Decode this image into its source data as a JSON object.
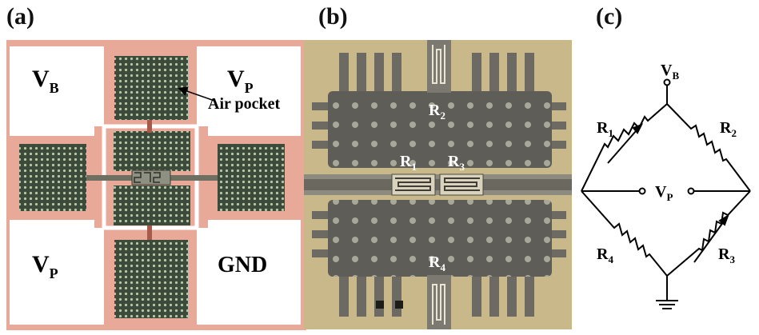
{
  "panels": {
    "a": {
      "label": "(a)",
      "pads": {
        "top_left": "V",
        "top_left_sub": "B",
        "top_right": "V",
        "top_right_sub": "P",
        "bottom_left": "V",
        "bottom_left_sub": "P",
        "bottom_right": "GND"
      },
      "annotation": "Air pocket"
    },
    "b": {
      "label": "(b)",
      "resistors": [
        {
          "main": "R",
          "sub": "2"
        },
        {
          "main": "R",
          "sub": "1"
        },
        {
          "main": "R",
          "sub": "3"
        },
        {
          "main": "R",
          "sub": "4"
        }
      ]
    },
    "c": {
      "label": "(c)",
      "supply": {
        "main": "V",
        "sub": "B"
      },
      "output": {
        "main": "V",
        "sub": "P"
      },
      "resistors": [
        {
          "main": "R",
          "sub": "1"
        },
        {
          "main": "R",
          "sub": "2"
        },
        {
          "main": "R",
          "sub": "4"
        },
        {
          "main": "R",
          "sub": "3"
        }
      ]
    }
  },
  "colors": {
    "die_bg": "#e8a998",
    "pad_white": "#ffffff",
    "grid_dark": "#3b4a3a",
    "grid_dot": "#b9c6a6",
    "chip_b_bg": "#c8b88a",
    "chip_b_dark": "#5f5d57",
    "chip_b_dot": "#a8a89a"
  }
}
